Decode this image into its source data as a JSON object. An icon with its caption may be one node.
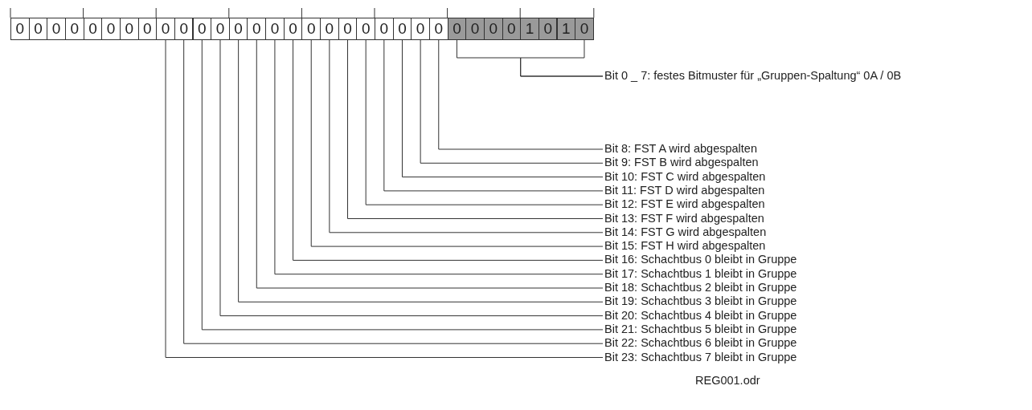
{
  "diagram": {
    "nodes": [
      {
        "text": [
          "0"
        ]
      },
      {
        "text": [
          "0"
        ]
      },
      {
        "text": [
          "0"
        ]
      },
      {
        "text": [
          "0"
        ]
      },
      {
        "text": [
          "0"
        ]
      },
      {
        "text": [
          "0"
        ]
      },
      {
        "text": [
          "0"
        ]
      },
      {
        "text": [
          "0"
        ]
      },
      {
        "text": [
          "0"
        ]
      },
      {
        "text": [
          "0"
        ]
      },
      {
        "text": [
          "0"
        ]
      },
      {
        "text": [
          "0"
        ]
      },
      {
        "text": [
          "0"
        ]
      },
      {
        "text": [
          "0"
        ]
      },
      {
        "text": [
          "0"
        ]
      },
      {
        "text": [
          "0"
        ]
      },
      {
        "text": [
          "0"
        ]
      },
      {
        "text": [
          "0"
        ]
      },
      {
        "text": [
          "0"
        ]
      },
      {
        "text": [
          "0"
        ]
      },
      {
        "text": [
          "0"
        ]
      },
      {
        "text": [
          "0"
        ]
      },
      {
        "text": [
          "0"
        ]
      },
      {
        "text": [
          "0"
        ]
      },
      {
        "text": [
          "0"
        ]
      },
      {
        "text": [
          "0"
        ]
      },
      {
        "text": [
          "0"
        ]
      },
      {
        "text": [
          "0"
        ]
      },
      {
        "text": [
          "1"
        ]
      },
      {
        "text": [
          "0"
        ]
      },
      {
        "text": [
          "1"
        ]
      },
      {
        "text": [
          "0"
        ]
      },
      {
        "text": [
          "Bit 0 _ 7: festes Bitmuster für „Gruppen-Spaltung“ 0A / 0B"
        ]
      },
      {
        "text": [
          "Bit 8: FST  A wird abgespalten"
        ]
      },
      {
        "text": [
          "Bit 9: FST B wird abgespalten"
        ]
      },
      {
        "text": [
          "Bit 10: FST C wird abgespalten"
        ]
      },
      {
        "text": [
          "Bit 11: FST D wird abgespalten"
        ]
      },
      {
        "text": [
          "Bit 12: FST E wird abgespalten"
        ]
      },
      {
        "text": [
          "Bit 13: FST F wird abgespalten"
        ]
      },
      {
        "text": [
          "Bit 14: FST G wird abgespalten"
        ]
      },
      {
        "text": [
          "Bit 15: FST H wird abgespalten"
        ]
      },
      {
        "text": [
          "Bit 16: Schachtbus 0 bleibt in Gruppe"
        ]
      },
      {
        "text": [
          "Bit 17: Schachtbus 1 bleibt in Gruppe"
        ]
      },
      {
        "text": [
          "Bit 18: Schachtbus 2 bleibt in Gruppe"
        ]
      },
      {
        "text": [
          "Bit 19: Schachtbus 3 bleibt in Gruppe"
        ]
      },
      {
        "text": [
          "Bit 20: Schachtbus 4 bleibt in Gruppe"
        ]
      },
      {
        "text": [
          "Bit 21: Schachtbus 5 bleibt in Gruppe"
        ]
      },
      {
        "text": [
          "Bit 22: Schachtbus 6 bleibt in Gruppe"
        ]
      },
      {
        "text": [
          "Bit 23: Schachtbus 7 bleibt in Gruppe"
        ]
      }
    ],
    "edges": [
      {
        "from": 32,
        "to": 24,
        "arrow": "none"
      },
      {
        "from": 32,
        "to": 31,
        "arrow": "none"
      },
      {
        "from": 33,
        "to": 23,
        "arrow": "none"
      },
      {
        "from": 34,
        "to": 22,
        "arrow": "none"
      },
      {
        "from": 35,
        "to": 21,
        "arrow": "none"
      },
      {
        "from": 36,
        "to": 20,
        "arrow": "none"
      },
      {
        "from": 37,
        "to": 19,
        "arrow": "none"
      },
      {
        "from": 38,
        "to": 18,
        "arrow": "none"
      },
      {
        "from": 39,
        "to": 17,
        "arrow": "none"
      },
      {
        "from": 40,
        "to": 16,
        "arrow": "none"
      },
      {
        "from": 41,
        "to": 15,
        "arrow": "none"
      },
      {
        "from": 42,
        "to": 14,
        "arrow": "none"
      },
      {
        "from": 43,
        "to": 13,
        "arrow": "none"
      },
      {
        "from": 44,
        "to": 12,
        "arrow": "none"
      },
      {
        "from": 45,
        "to": 11,
        "arrow": "none"
      },
      {
        "from": 46,
        "to": 10,
        "arrow": "none"
      },
      {
        "from": 47,
        "to": 9,
        "arrow": "none"
      },
      {
        "from": 48,
        "to": 8,
        "arrow": "none"
      }
    ],
    "labels": [
      "REG001.odr"
    ]
  }
}
